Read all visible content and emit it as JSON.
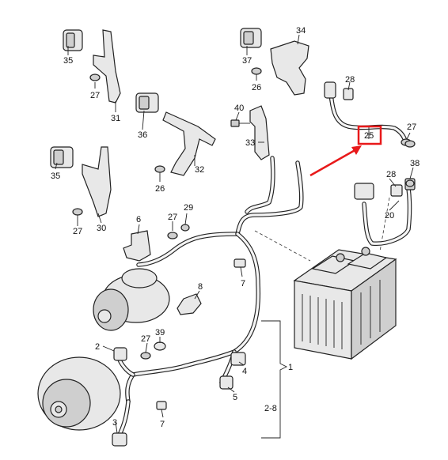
{
  "diagram": {
    "callouts": [
      "34",
      "35",
      "27",
      "31",
      "37",
      "26",
      "28",
      "36",
      "40",
      "33",
      "25",
      "27",
      "32",
      "26",
      "35",
      "38",
      "27",
      "30",
      "28",
      "20",
      "6",
      "27",
      "29",
      "7",
      "8",
      "2",
      "27",
      "39",
      "4",
      "1",
      "5",
      "2-8",
      "7",
      "3"
    ],
    "highlight_color": "#e8191a"
  }
}
